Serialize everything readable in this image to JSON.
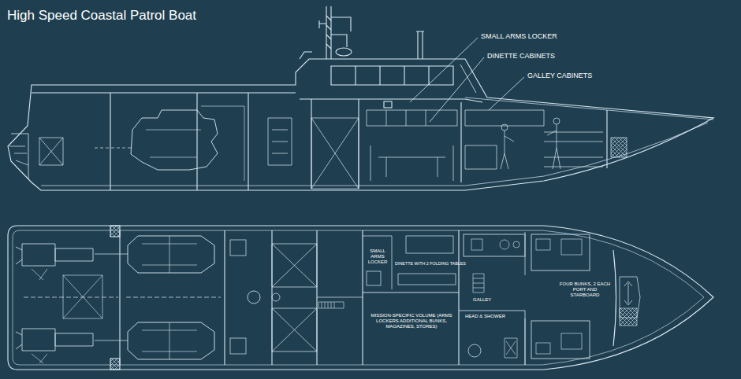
{
  "diagram": {
    "title": "High Speed Coastal Patrol Boat",
    "labels": [
      "SMALL ARMS LOCKER",
      "DINETTE CABINETS",
      "GALLEY CABINETS",
      "SMALL ARMS LOCKER",
      "DINETTE WITH 2 FOLDING TABLES",
      "GALLEY",
      "FOUR BUNKS, 2 EACH PORT AND STARBOARD",
      "HEAD & SHOWER",
      "MISSION-SPECIFIC VOLUME (ARMS LOCKERS ADDITIONAL BUNKS, MAGAZINES, STORES)"
    ]
  }
}
